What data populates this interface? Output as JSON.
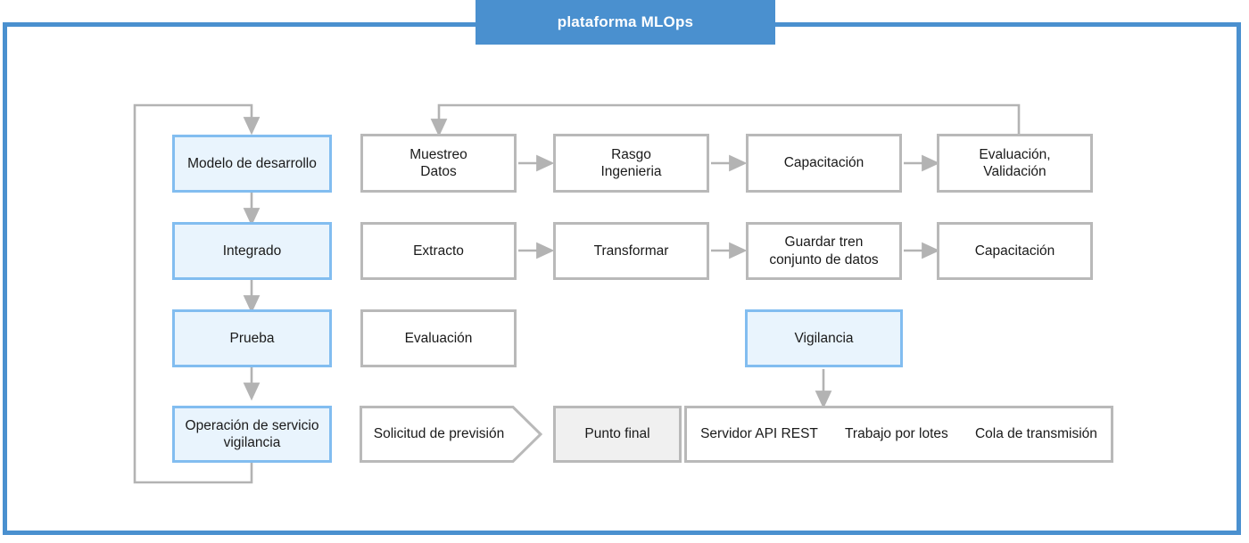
{
  "title": {
    "text": "plataforma MLOps"
  },
  "colors": {
    "frame_blue": "#4a90cf",
    "node_blue_border": "#82bdf0",
    "node_blue_fill": "#e9f4fd",
    "node_gray_border": "#b9b9b9",
    "node_gray_fill": "#f0f0f0",
    "connector_gray": "#b3b3b3",
    "text": "#1a1a1a",
    "background": "#ffffff"
  },
  "lifecycle_column": {
    "items": [
      {
        "label": "Modelo de desarrollo"
      },
      {
        "label": "Integrado"
      },
      {
        "label": "Prueba"
      },
      {
        "label": "Operación de servicio\nvigilancia"
      }
    ]
  },
  "pipeline_row_1": {
    "items": [
      {
        "label": "Muestreo\nDatos"
      },
      {
        "label": "Rasgo\nIngenieria"
      },
      {
        "label": "Capacitación"
      },
      {
        "label": "Evaluación,\nValidación"
      }
    ]
  },
  "pipeline_row_2": {
    "items": [
      {
        "label": "Extracto"
      },
      {
        "label": "Transformar"
      },
      {
        "label": "Guardar tren\nconjunto de datos"
      },
      {
        "label": "Capacitación"
      }
    ]
  },
  "pipeline_row_3": {
    "evaluation": {
      "label": "Evaluación"
    },
    "monitoring": {
      "label": "Vigilancia"
    }
  },
  "serving_row": {
    "request": {
      "label": "Solicitud de previsión"
    },
    "endpoint": {
      "label": "Punto final"
    },
    "targets": [
      {
        "label": "Servidor API REST"
      },
      {
        "label": "Trabajo por lotes"
      },
      {
        "label": "Cola de transmisión"
      }
    ]
  }
}
